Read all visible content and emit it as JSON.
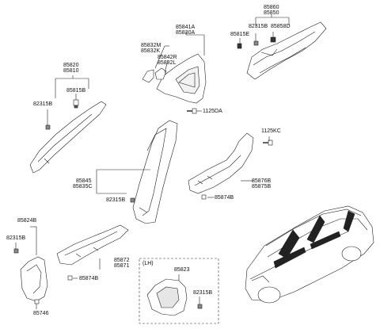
{
  "part_labels": {
    "p85860": "85860",
    "p85850": "85850",
    "p82315B_top": "82315B",
    "p85815E": "85815E",
    "p85858D": "85858D",
    "p85841A": "85841A",
    "p85830A": "85830A",
    "p85832M": "85832M",
    "p85832K": "85832K",
    "p85842R": "85842R",
    "p85832L": "85832L",
    "p1125DA": "1125DA",
    "p85820": "85820",
    "p85810": "85810",
    "p85815B": "85815B",
    "p82315B_left": "82315B",
    "p1125KC": "1125KC",
    "p85845": "85845",
    "p85835C": "85835C",
    "p82315B_mid": "82315B",
    "p85876B": "85876B",
    "p85875B": "85875B",
    "p85874B_right": "85874B",
    "p85824B": "85824B",
    "p82315B_lower": "82315B",
    "p85872": "85872",
    "p85871": "85871",
    "p85874B_lower": "85874B",
    "p85746": "85746",
    "lh_tag": "(LH)",
    "p85823": "85823",
    "p82315B_lh": "82315B"
  }
}
